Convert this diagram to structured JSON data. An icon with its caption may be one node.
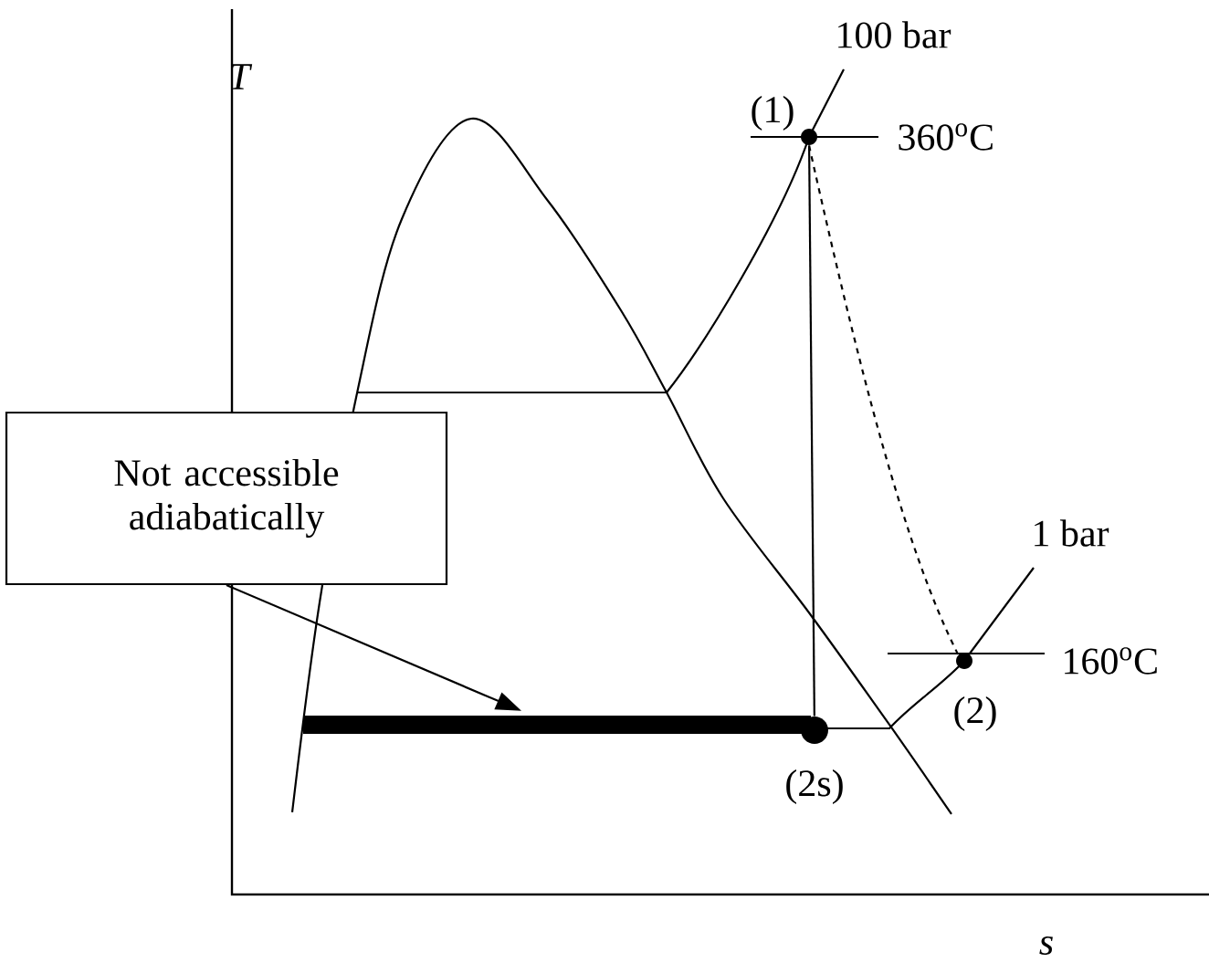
{
  "diagram": {
    "nodes": [
      {
        "text": [
          "Not accessible adiabatically"
        ]
      },
      {
        "text": [],
        "shape": "bar"
      },
      {
        "text": [],
        "shape": "circle",
        "beside": [
          "(1)"
        ]
      },
      {
        "text": [],
        "shape": "circle",
        "beside": [
          "(2s)"
        ]
      },
      {
        "text": [],
        "shape": "circle",
        "beside": [
          "(2)"
        ]
      }
    ],
    "edges": [
      {
        "from": 0,
        "to": 1,
        "arrow": "to"
      },
      {
        "from": 2,
        "to": 3,
        "arrow": "none"
      },
      {
        "from": 2,
        "to": 4,
        "arrow": "none",
        "style": "dashed"
      }
    ],
    "labels": [
      "T",
      "100 bar",
      "360$^{o}$C",
      "1 bar",
      "160$^{o}$C",
      "s"
    ]
  }
}
